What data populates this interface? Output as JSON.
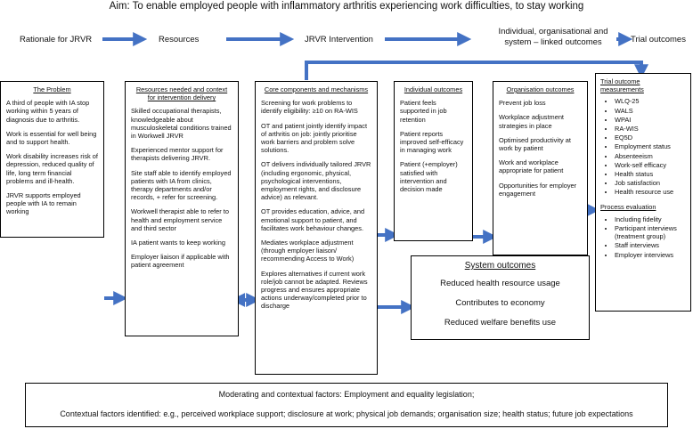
{
  "aim": "Aim: To enable employed people with inflammatory arthritis experiencing work difficulties, to stay working",
  "headers": {
    "rationale": "Rationale for JRVR",
    "resources": "Resources",
    "intervention": "JRVR Intervention",
    "outcomes_line1": "Individual, organisational and",
    "outcomes_line2": "system – linked outcomes",
    "trial": "Trial outcomes"
  },
  "problem": {
    "title": "The Problem",
    "items": [
      "A third of people with IA stop working within 5 years of diagnosis due to arthritis.",
      "Work is essential for well being and to support health.",
      "Work disability increases risk of depression, reduced quality of life, long term financial problems and ill-health.",
      "JRVR supports employed people with IA to remain working"
    ]
  },
  "resources_box": {
    "title_line1": "Resources needed and context",
    "title_line2": "for intervention delivery",
    "items": [
      "Skilled occupational therapists, knowledgeable about musculoskeletal conditions trained in Workwell JRVR",
      "Experienced mentor support for therapists delivering JRVR.",
      "Site staff able to identify employed patients with IA from clinics, therapy departments and/or records, + refer for screening.",
      "Workwell therapist able to refer to health and employment service and third sector",
      "IA patient wants to keep working",
      "Employer liaison if applicable with patient agreement"
    ]
  },
  "core": {
    "title": "Core components and mechanisms",
    "items": [
      "Screening for work problems to identify eligibility: ≥10 on RA-WIS",
      "OT and patient jointly identify impact of arthritis on job: jointly prioritise work barriers and problem solve solutions.",
      "OT delivers individually tailored JRVR (including ergonomic, physical, psychological interventions, employment rights, and disclosure advice) as relevant.",
      "OT provides education, advice, and emotional support to patient, and facilitates work behaviour changes.",
      "Mediates workplace adjustment (through employer liaison/ recommending Access to Work)",
      "Explores alternatives if current work role/job cannot be adapted. Reviews progress and ensures appropriate actions underway/completed prior to discharge"
    ]
  },
  "individual": {
    "title": "Individual outcomes",
    "items": [
      "Patient feels supported in job retention",
      "Patient reports improved self-efficacy in managing work",
      "Patient (+employer) satisfied with intervention and decision made"
    ]
  },
  "organisation": {
    "title": "Organisation outcomes",
    "items": [
      "Prevent job loss",
      "Workplace adjustment strategies in place",
      "Optimised productivity at work by patient",
      "Work and workplace appropriate for patient",
      "Opportunities for employer engagement"
    ]
  },
  "system": {
    "title": "System outcomes",
    "items": [
      "Reduced health resource usage",
      "Contributes to economy",
      "Reduced welfare benefits use"
    ]
  },
  "trial": {
    "title_line1": "Trial outcome",
    "title_line2": "measurements",
    "measures": [
      "WLQ-25",
      "WALS",
      "WPAI",
      "RA-WIS",
      "EQ5D",
      "Employment status",
      "Absenteeism",
      "Work-self efficacy",
      "Health status",
      "Job satisfaction",
      "Health resource use"
    ],
    "process_title": "Process evaluation",
    "process_items": [
      "Including fidelity",
      "Participant interviews (treatment group)",
      "Staff interviews",
      "Employer interviews"
    ]
  },
  "bottom": {
    "line1": "Moderating and contextual factors: Employment and equality legislation;",
    "line2": "Contextual factors identified: e.g., perceived workplace support; disclosure at work; physical job demands; organisation size; health status; future job expectations"
  },
  "colors": {
    "arrow": "#4472c4",
    "border": "#000000"
  }
}
